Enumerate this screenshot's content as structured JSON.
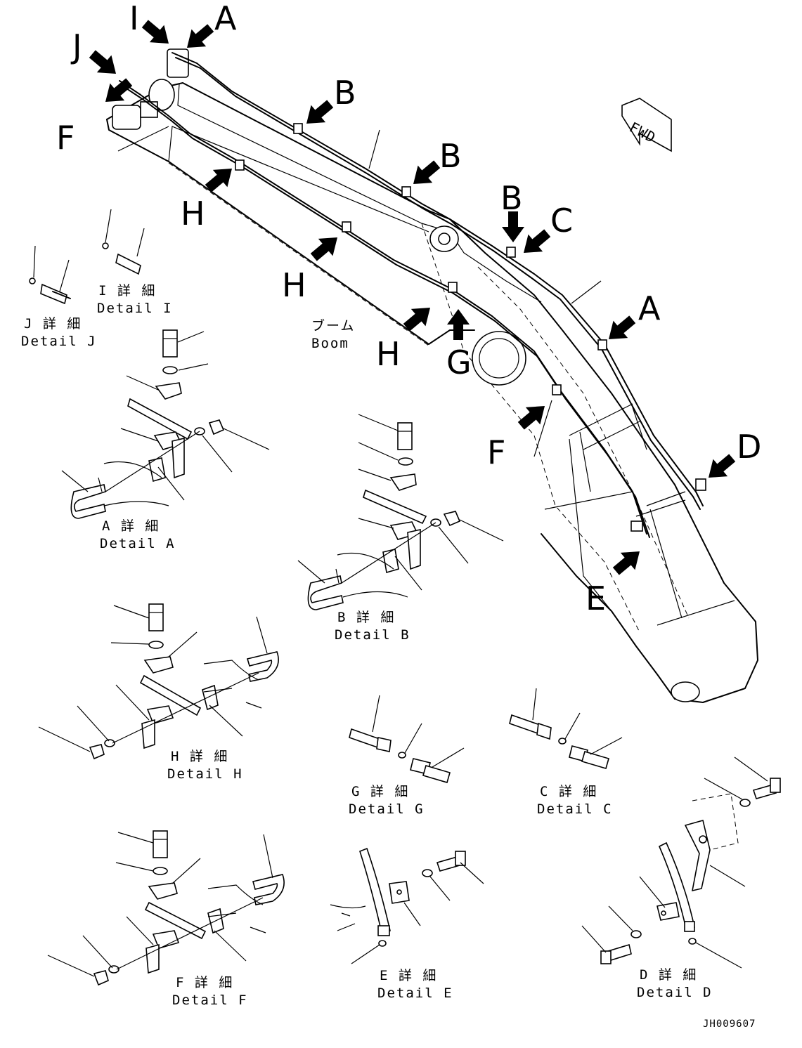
{
  "callouts": {
    "i": "I",
    "a_top": "A",
    "j": "J",
    "f_top": "F",
    "b1": "B",
    "b2": "B",
    "b3": "B",
    "c": "C",
    "a_right": "A",
    "h1": "H",
    "h2": "H",
    "h3": "H",
    "g": "G",
    "f_mid": "F",
    "d": "D",
    "e": "E"
  },
  "orientation_label": "FWD",
  "boom_label": {
    "jp": "ブーム",
    "en": "Boom"
  },
  "details": {
    "j": {
      "jp": "J 詳 細",
      "en": "Detail J"
    },
    "i": {
      "jp": "I 詳 細",
      "en": "Detail I"
    },
    "a": {
      "jp": "A 詳 細",
      "en": "Detail A"
    },
    "b": {
      "jp": "B 詳 細",
      "en": "Detail B"
    },
    "h": {
      "jp": "H 詳 細",
      "en": "Detail H"
    },
    "g": {
      "jp": "G 詳 細",
      "en": "Detail G"
    },
    "c": {
      "jp": "C 詳 細",
      "en": "Detail C"
    },
    "f": {
      "jp": "F 詳 細",
      "en": "Detail F"
    },
    "e": {
      "jp": "E 詳 細",
      "en": "Detail E"
    },
    "d": {
      "jp": "D 詳 細",
      "en": "Detail D"
    }
  },
  "drawing_code": "JH009607"
}
